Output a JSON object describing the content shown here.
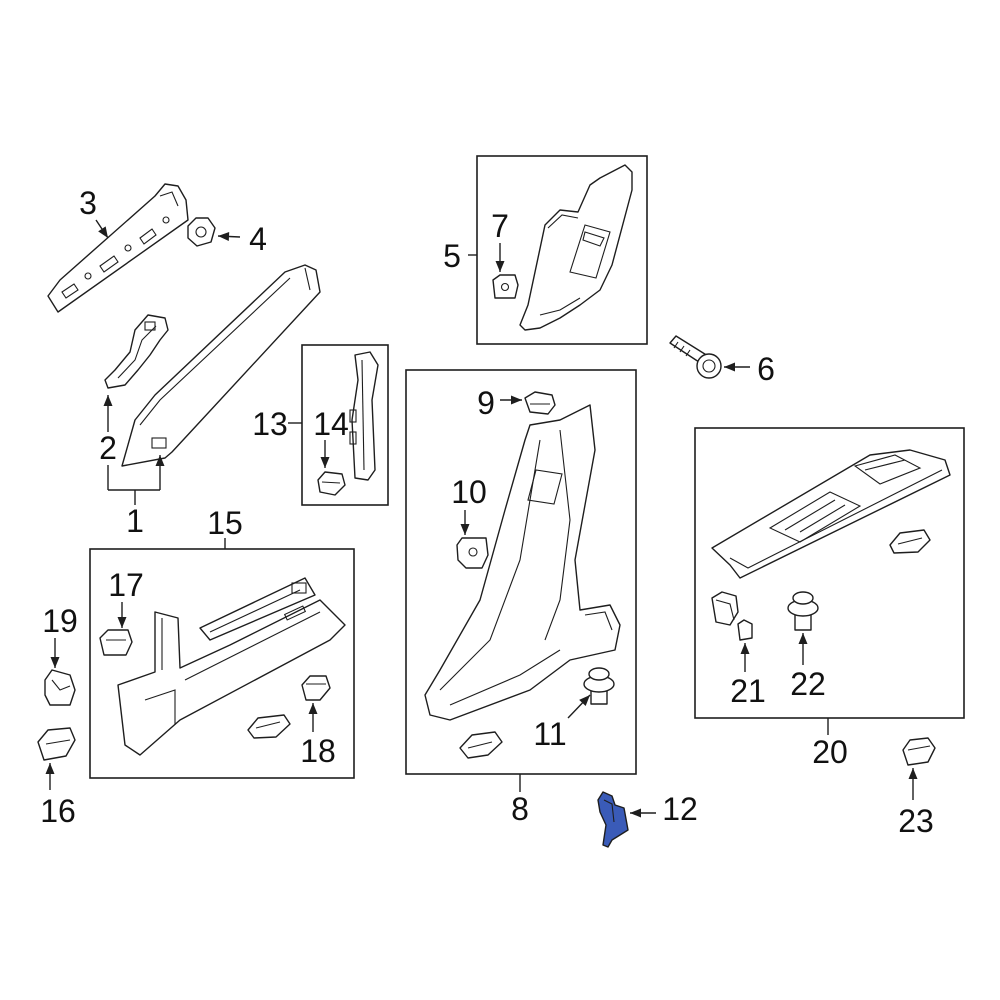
{
  "labels": {
    "n1": "1",
    "n2": "2",
    "n3": "3",
    "n4": "4",
    "n5": "5",
    "n6": "6",
    "n7": "7",
    "n8": "8",
    "n9": "9",
    "n10": "10",
    "n11": "11",
    "n12": "12",
    "n13": "13",
    "n14": "14",
    "n15": "15",
    "n16": "16",
    "n17": "17",
    "n18": "18",
    "n19": "19",
    "n20": "20",
    "n21": "21",
    "n22": "22",
    "n23": "23"
  },
  "colors": {
    "highlight": "#3a5bb8",
    "stroke": "#1e1e1e"
  }
}
